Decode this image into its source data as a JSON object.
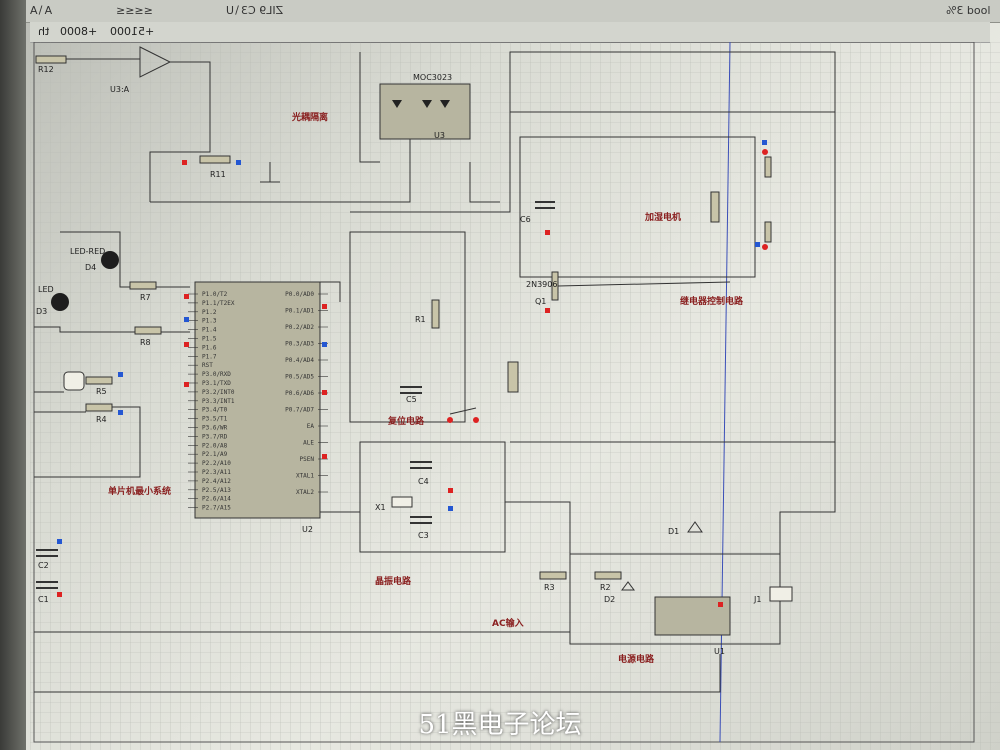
{
  "window": {
    "top_left_label": "A∖A",
    "tab_label": "ZIL9 C3∖U",
    "top_mid": "≤≤≤≤",
    "zoom_label": "lood 3%"
  },
  "coords": {
    "unit": "th",
    "x": "+8000",
    "y": "+51000"
  },
  "components": {
    "R12": "R12",
    "U3A": "U3:A",
    "U3": "U3",
    "U3_part": "MOC3023",
    "R11": "R11",
    "D3": "D3",
    "D4": "D4",
    "D4_part": "LED-RED",
    "D3_part": "LED",
    "R7": "R7",
    "R8": "R8",
    "R5": "R5",
    "R4": "R4",
    "U2": "U2",
    "R1": "R1",
    "Q1": "Q1",
    "Q1_part": "2N3906",
    "C6": "C6",
    "C5": "C5",
    "C4": "C4",
    "C3": "C3",
    "X1": "X1",
    "C2": "C2",
    "C1": "C1",
    "R3": "R3",
    "R2": "R2",
    "D1": "D1",
    "D2": "D2",
    "U1": "U1",
    "J1": "J1"
  },
  "notes": {
    "optocoupler": "光耦隔离",
    "motor": "加湿电机",
    "relay": "继电器控制电路",
    "mcu_min": "单片机最小系统",
    "reset": "复位电路",
    "crystal": "晶振电路",
    "power": "电源电路",
    "ac": "AC输入"
  },
  "pins": {
    "left": [
      "P1.0/T2",
      "P1.1/T2EX",
      "P1.2",
      "P1.3",
      "P1.4",
      "P1.5",
      "P1.6",
      "P1.7",
      "RST",
      "P3.0/RXD",
      "P3.1/TXD",
      "P3.2/INT0",
      "P3.3/INT1",
      "P3.4/T0",
      "P3.5/T1",
      "P3.6/WR",
      "P3.7/RD",
      "P2.0/A8",
      "P2.1/A9",
      "P2.2/A10",
      "P2.3/A11",
      "P2.4/A12",
      "P2.5/A13",
      "P2.6/A14",
      "P2.7/A15"
    ],
    "right": [
      "P0.0/AD0",
      "P0.1/AD1",
      "P0.2/AD2",
      "P0.3/AD3",
      "P0.4/AD4",
      "P0.5/AD5",
      "P0.6/AD6",
      "P0.7/AD7",
      "EA",
      "ALE",
      "PSEN",
      "XTAL1",
      "XTAL2"
    ]
  },
  "watermark": "51黑电子论坛"
}
